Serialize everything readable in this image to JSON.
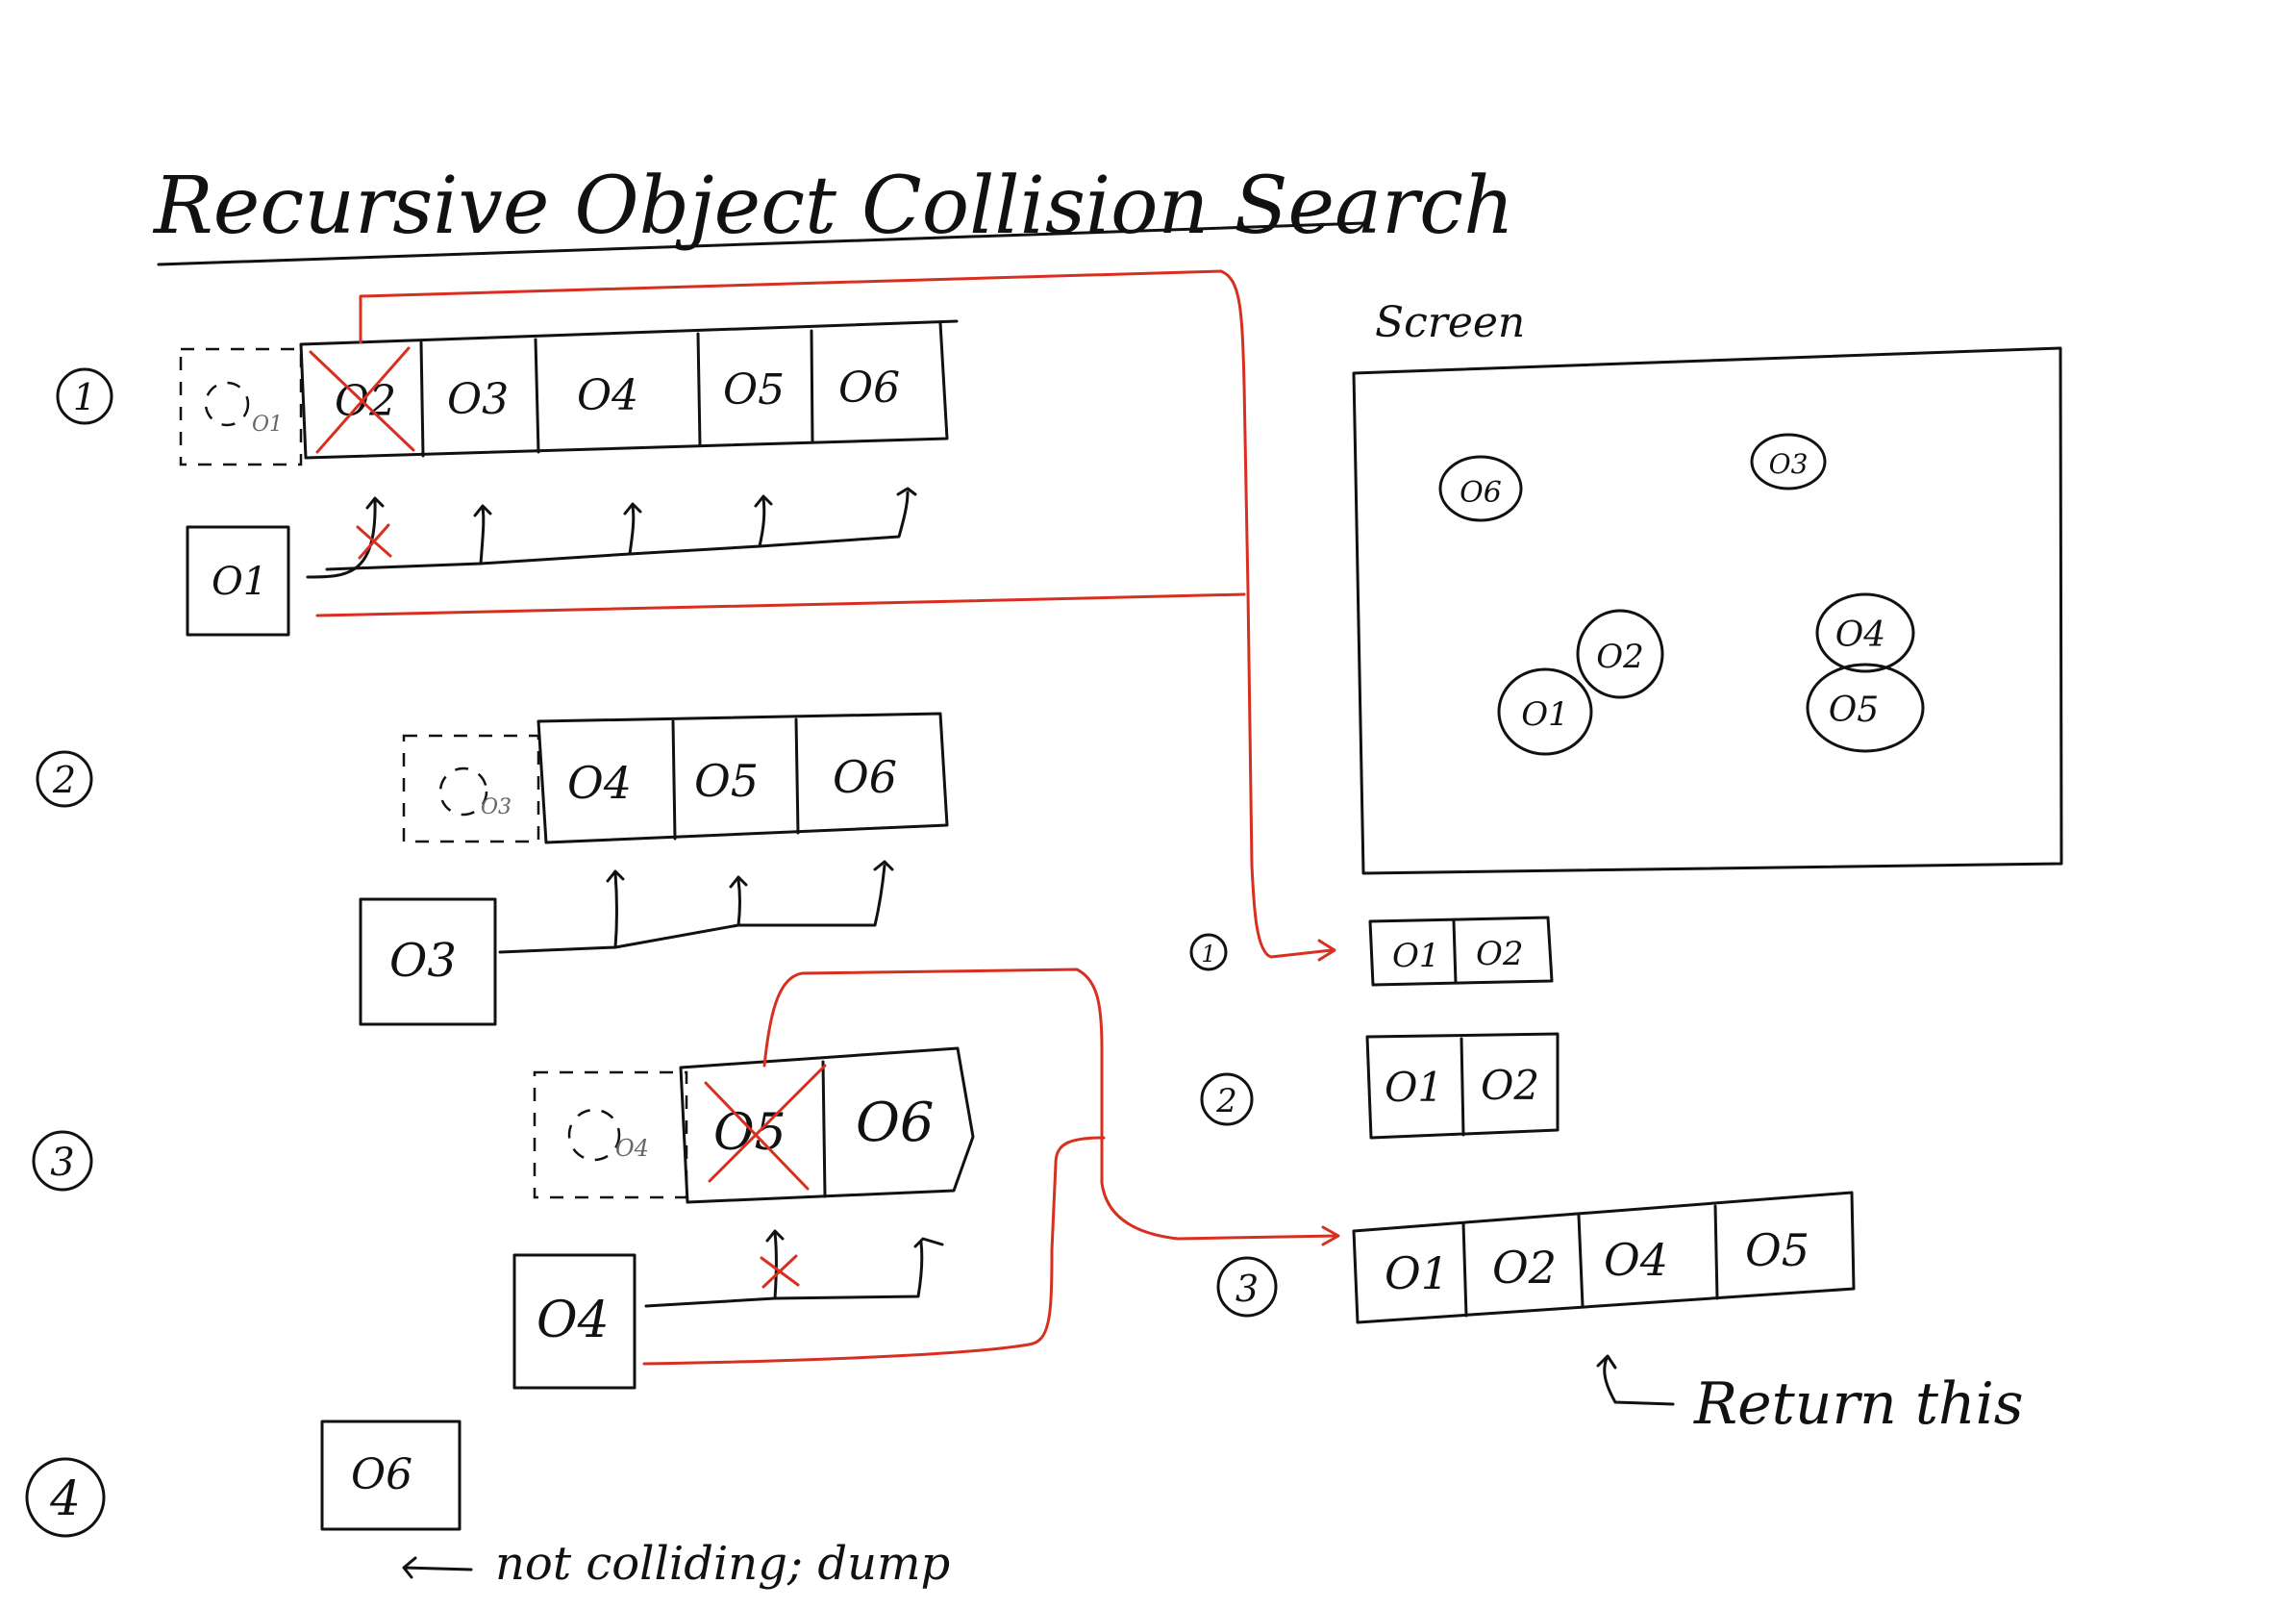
{
  "title": "Recursive Object Collision Search",
  "screen_label": "Screen",
  "steps": [
    "1",
    "2",
    "3",
    "4"
  ],
  "step1": {
    "current": "O1",
    "removed": "O1",
    "list": [
      "O2",
      "O3",
      "O4",
      "O5",
      "O6"
    ],
    "crossed": "O2"
  },
  "step2": {
    "current": "O3",
    "removed": "O3",
    "list": [
      "O4",
      "O5",
      "O6"
    ]
  },
  "step3": {
    "current": "O4",
    "removed": "O4",
    "list": [
      "O5",
      "O6"
    ],
    "crossed": "O5"
  },
  "step4": {
    "current": "O6",
    "note": "not colliding; dump"
  },
  "screen_objects": [
    "O6",
    "O3",
    "O4",
    "O2",
    "O1",
    "O5"
  ],
  "results": {
    "r1": {
      "label": "1",
      "items": [
        "O1",
        "O2"
      ]
    },
    "r2": {
      "label": "2",
      "items": [
        "O1",
        "O2"
      ]
    },
    "r3": {
      "label": "3",
      "items": [
        "O1",
        "O2",
        "O4",
        "O5"
      ]
    }
  },
  "return_note": "Return this"
}
